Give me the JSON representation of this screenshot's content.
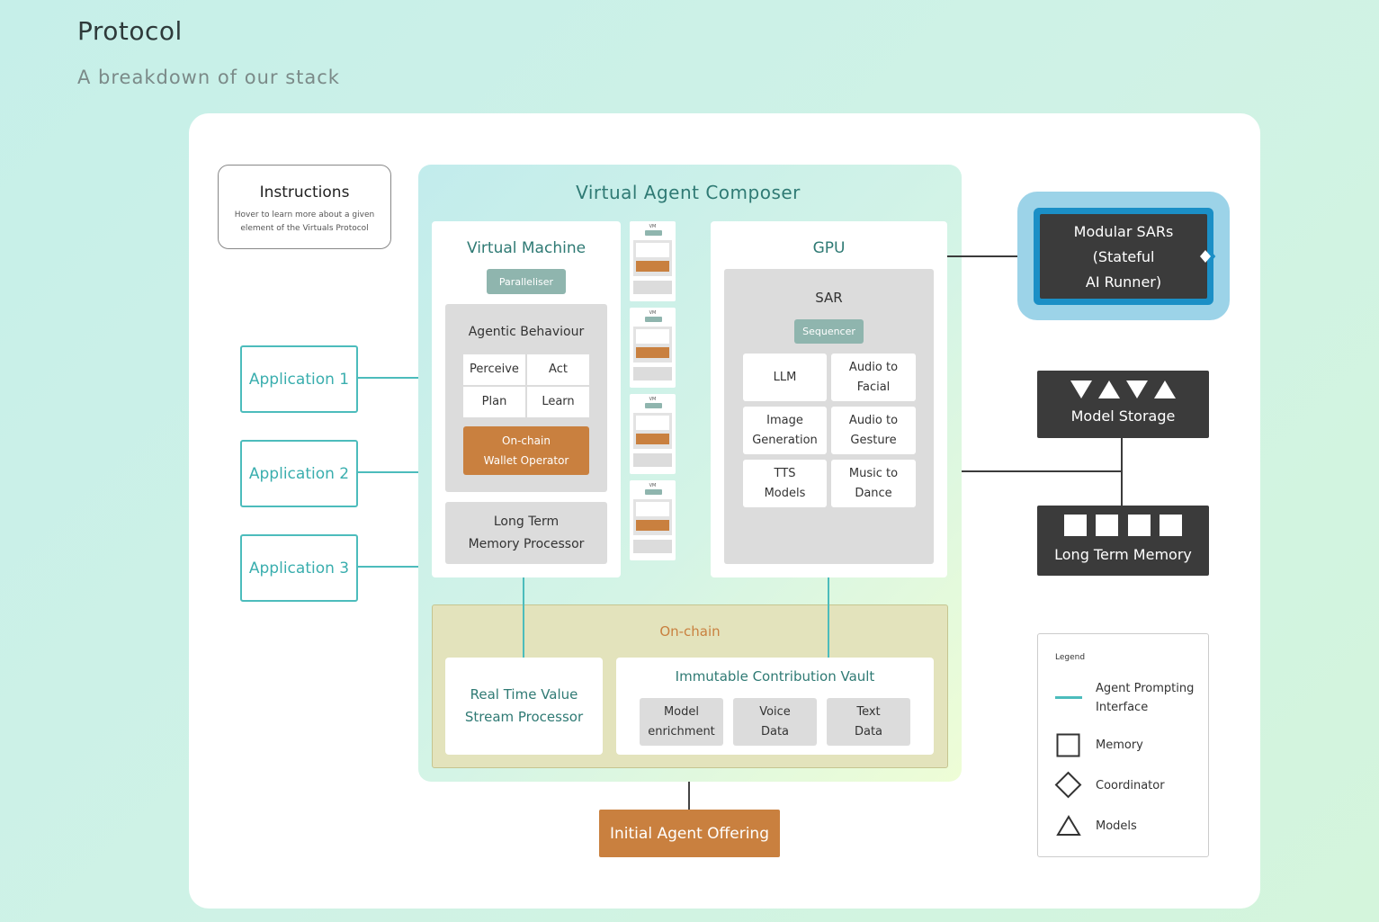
{
  "header": {
    "title": "Protocol",
    "subtitle": "A breakdown of our stack"
  },
  "instructions": {
    "title": "Instructions",
    "description": "Hover to learn more about a given element of the Virtuals Protocol"
  },
  "applications": [
    "Application 1",
    "Application 2",
    "Application 3"
  ],
  "composer": {
    "title": "Virtual Agent Composer",
    "virtual_machine": {
      "title": "Virtual Machine",
      "paralleliser": "Paralleliser",
      "agentic_behaviour": {
        "title": "Agentic Behaviour",
        "cells": [
          "Perceive",
          "Act",
          "Plan",
          "Learn"
        ],
        "wallet_operator": [
          "On-chain",
          "Wallet Operator"
        ]
      },
      "memory_processor": [
        "Long Term",
        "Memory Processor"
      ]
    },
    "vm_label": "VM",
    "gpu": {
      "title": "GPU",
      "sar": {
        "title": "SAR",
        "sequencer": "Sequencer",
        "models": [
          [
            "LLM"
          ],
          [
            "Audio to",
            "Facial"
          ],
          [
            "Image",
            "Generation"
          ],
          [
            "Audio to",
            "Gesture"
          ],
          [
            "TTS",
            "Models"
          ],
          [
            "Music to",
            "Dance"
          ]
        ]
      }
    },
    "onchain": {
      "title": "On-chain",
      "stream_processor": [
        "Real Time Value",
        "Stream Processor"
      ],
      "vault": {
        "title": "Immutable Contribution Vault",
        "items": [
          [
            "Model",
            "enrichment"
          ],
          [
            "Voice",
            "Data"
          ],
          [
            "Text",
            "Data"
          ]
        ]
      }
    }
  },
  "initial_offering": "Initial Agent Offering",
  "modular_sars": [
    "Modular SARs",
    "(Stateful",
    "AI Runner)"
  ],
  "model_storage": "Model Storage",
  "long_term_memory": "Long Term Memory",
  "legend": {
    "title": "Legend",
    "items": [
      {
        "icon": "line-icon",
        "lines": [
          "Agent Prompting",
          "Interface"
        ]
      },
      {
        "icon": "square-icon",
        "lines": [
          "Memory"
        ]
      },
      {
        "icon": "diamond-icon",
        "lines": [
          "Coordinator"
        ]
      },
      {
        "icon": "triangle-icon",
        "lines": [
          "Models"
        ]
      }
    ]
  },
  "colors": {
    "teal": "#4cbcbc",
    "orange": "#c9803f",
    "dark": "#3b3b3b",
    "blue_halo": "#9cd3e8",
    "blue_border": "#1b8fc6"
  }
}
